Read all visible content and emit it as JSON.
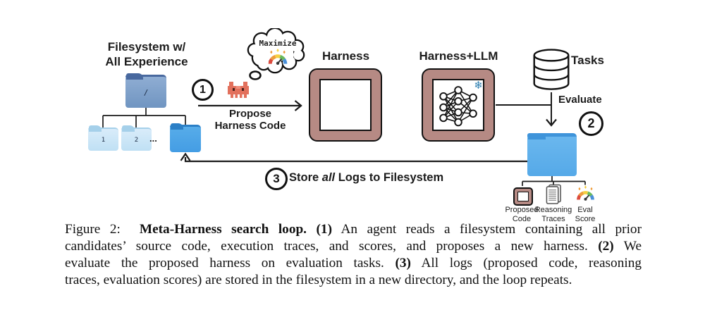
{
  "figure": {
    "filesystem": {
      "title": [
        "Filesystem w/",
        "All Experience"
      ],
      "root_folder": "/",
      "child_folder_1": "1",
      "child_folder_2": "2",
      "ellipsis": "..."
    },
    "thought_bubble_text": "Maximize",
    "step1": {
      "number": "1",
      "label": [
        "Propose",
        "Harness Code"
      ]
    },
    "harness_label": "Harness",
    "harness_llm_label": "Harness+LLM",
    "tasks_label": "Tasks",
    "step2": {
      "number": "2",
      "label": "Evaluate"
    },
    "step3": {
      "number": "3",
      "segments": [
        {
          "t": "Store "
        },
        {
          "t": "all",
          "i": true
        },
        {
          "t": " Logs to Filesystem"
        }
      ]
    },
    "log_items": [
      {
        "label": [
          "Proposed",
          "Code"
        ],
        "icon": "harness-box-icon"
      },
      {
        "label": [
          "Reasoning",
          "Traces"
        ],
        "icon": "document-icon"
      },
      {
        "label": [
          "Eval",
          "Score"
        ],
        "icon": "gauge-icon"
      }
    ],
    "icons": {
      "snowflake_glyph": "❄",
      "robot": "pixel-robot-icon",
      "gauge": "score-gauge-icon",
      "database": "database-icon",
      "neural_network": "neural-network-icon",
      "thought_bubble": "thought-bubble-icon",
      "folder": "folder-icon"
    },
    "colors": {
      "harness_fill": "#b68a84",
      "robot_red": "#e2705c",
      "root_folder": "#7b9dc7",
      "child_folder": "#cce6f8",
      "new_folder": "#4ea6e9",
      "logs_folder": "#5cade9",
      "snowflake_blue": "#2e7fb0",
      "gauge_colors": [
        "#dc4b3e",
        "#ee9c3b",
        "#f5cf41",
        "#69b95c",
        "#4a90d9"
      ],
      "line": "#1a1a1a"
    }
  },
  "caption": {
    "lines": [
      {
        "segments": [
          {
            "t": "Figure 2:  "
          },
          {
            "t": "Meta-Harness search loop. (1)",
            "b": true
          },
          {
            "t": " An agent reads a filesystem containing all prior"
          }
        ]
      },
      {
        "segments": [
          {
            "t": "candidates’ source code, execution traces, and scores, and proposes a new harness. "
          },
          {
            "t": "(2)",
            "b": true
          },
          {
            "t": " We"
          }
        ]
      },
      {
        "segments": [
          {
            "t": "evaluate the proposed harness on evaluation tasks. "
          },
          {
            "t": "(3)",
            "b": true
          },
          {
            "t": " All logs (proposed code, reasoning"
          }
        ]
      },
      {
        "segments": [
          {
            "t": "traces, evaluation scores) are stored in the filesystem in a new directory, and the loop repeats."
          }
        ]
      }
    ]
  }
}
